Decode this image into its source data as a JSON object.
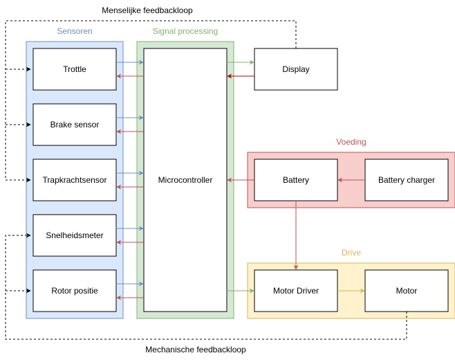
{
  "loops": {
    "human": "Menselijke feedbackloop",
    "mechanical": "Mechanische feedbackloop"
  },
  "groups": {
    "sensors": {
      "title": "Sensoren",
      "fill": "#dae8fc",
      "stroke": "#6c8ebf",
      "title_color": "#6c8ebf"
    },
    "signal": {
      "title": "Signal processing",
      "fill": "#d5e8d4",
      "stroke": "#82b366",
      "title_color": "#82b366"
    },
    "power": {
      "title": "Voeding",
      "fill": "#f8cecc",
      "stroke": "#b85450",
      "title_color": "#b85450"
    },
    "drive": {
      "title": "Drive",
      "fill": "#fff2cc",
      "stroke": "#d6b656",
      "title_color": "#d6b656"
    }
  },
  "blocks": {
    "trottle": "Trottle",
    "brake_sensor": "Brake sensor",
    "trapkrachtsensor": "Trapkrachtsensor",
    "snelheidsmeter": "Snelheidsmeter",
    "rotor_positie": "Rotor positie",
    "microcontroller": "Microcontroller",
    "display": "Display",
    "battery": "Battery",
    "battery_charger": "Battery charger",
    "motor_driver": "Motor Driver",
    "motor": "Motor"
  },
  "arrow_colors": {
    "sensor_to_mcu": "#6c8ebf",
    "mcu_to_sensor": "#b85450",
    "mcu_to_display": "#82b366",
    "display_to_mcu": "#b20000",
    "power": "#b85450",
    "drive": "#d6b656",
    "mcu_to_driver": "#82b366",
    "feedback": "#000000"
  }
}
